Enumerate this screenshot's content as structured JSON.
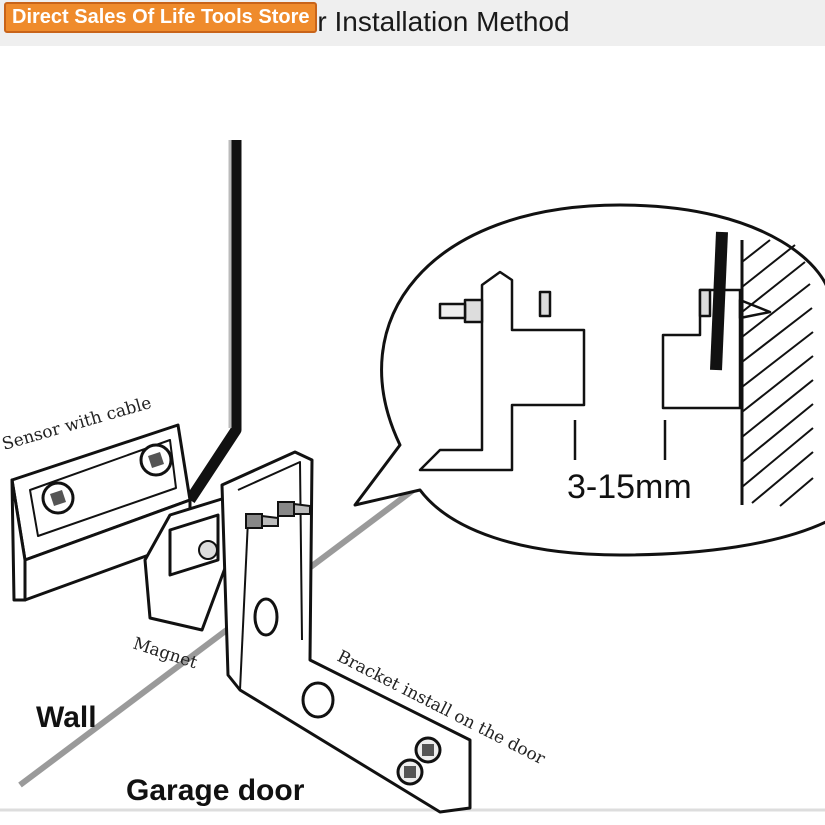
{
  "header": {
    "title": "Sensor Installation Method",
    "store_badge": "Direct Sales Of Life Tools Store"
  },
  "labels": {
    "sensor": "Sensor with cable",
    "magnet": "Magnet",
    "bracket": "Bracket install on the door",
    "wall": "Wall",
    "garage_door": "Garage door",
    "gap": "3-15mm"
  },
  "colors": {
    "badge_bg": "#ef8b2c",
    "line": "#111111"
  }
}
